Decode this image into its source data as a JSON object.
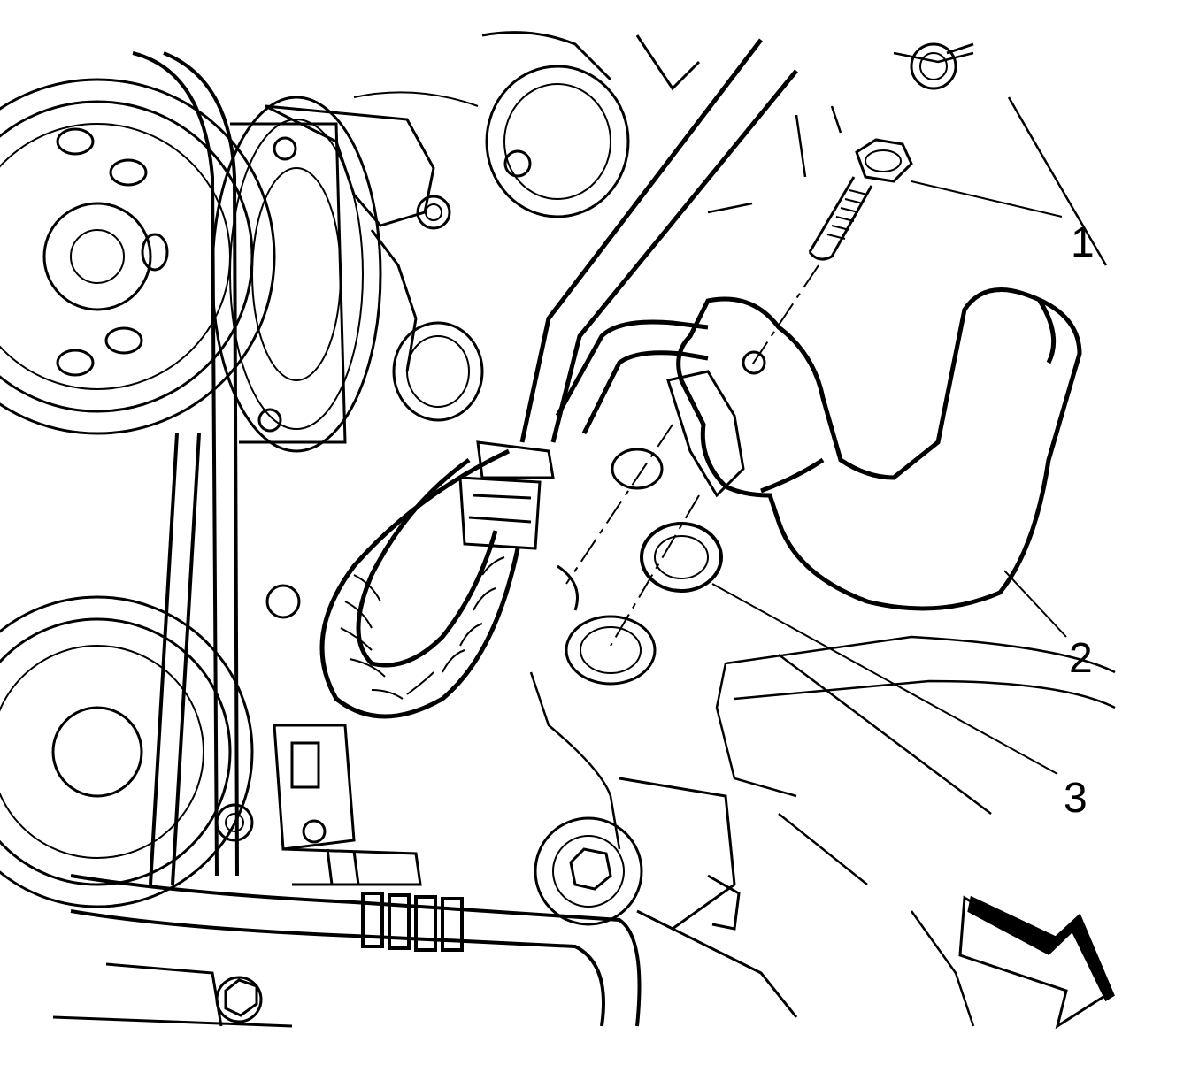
{
  "callouts": [
    {
      "number": "1"
    },
    {
      "number": "2"
    },
    {
      "number": "3"
    }
  ],
  "colors": {
    "line": "#000000",
    "background": "#ffffff"
  },
  "icons": {
    "direction_arrow": "front-direction-arrow-icon"
  }
}
